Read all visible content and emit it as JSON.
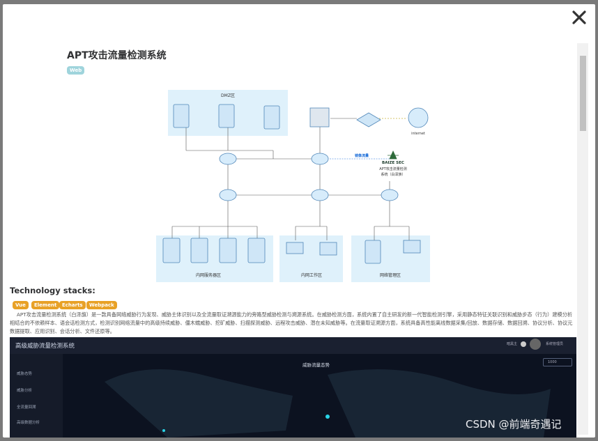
{
  "project": {
    "title": "APT攻击流量检测系统",
    "category_tag": "Web"
  },
  "diagram": {
    "zone_dmz": "DMZ区",
    "internet_label": "internet",
    "mirror_label": "镜像流量",
    "brand": "BAIZE SEC",
    "system_label_line1": "APT攻击流量检测",
    "system_label_line2": "系统（白泽族）",
    "zone_servers": "内网服务器区",
    "zone_workstations": "内网工作区",
    "zone_management": "网络管理区"
  },
  "tech": {
    "heading": "Technology stacks:",
    "tags": [
      "Vue",
      "Element",
      "Echarts",
      "Webpack"
    ],
    "description": "APT攻击流量检测系统（白泽旗）是一款具备网络威胁行为发现、威胁主体识别以及全流量取证溯源能力的旁路型威胁检测与溯源系统。在威胁检测方面，系统内置了自主研发的新一代智能检测引擎，采用静态特征关联识别和威胁步态（行为）建模分析相结合的不依赖样本、语会话检测方式，检测识别网络流量中的高级持续威胁、僵木蠕威胁、挖矿威胁、扫描探测威胁、远程攻击威胁、潜在未知威胁等。在流量取证溯源方面，系统具备高性能离线数据采集/回放、数据存储、数据回溯、协议分析、协议元数据提取、应用识别、会话分析、文件还原等。"
  },
  "preview": {
    "app_title": "高级威胁流量检测系统",
    "user_left": "暗黑主",
    "user_right": "系统管理员",
    "map_title": "威胁流量态势",
    "select_value": "1000",
    "side_items": [
      "威胁态势",
      "威胁分析",
      "全流量回溯",
      "高级数据分析"
    ]
  },
  "watermark": "CSDN @前端奇遇记",
  "colors": {
    "tag_web": "#9fd4dc",
    "tag_stack": "#e8a126",
    "zone_fill": "#dff1fb"
  }
}
